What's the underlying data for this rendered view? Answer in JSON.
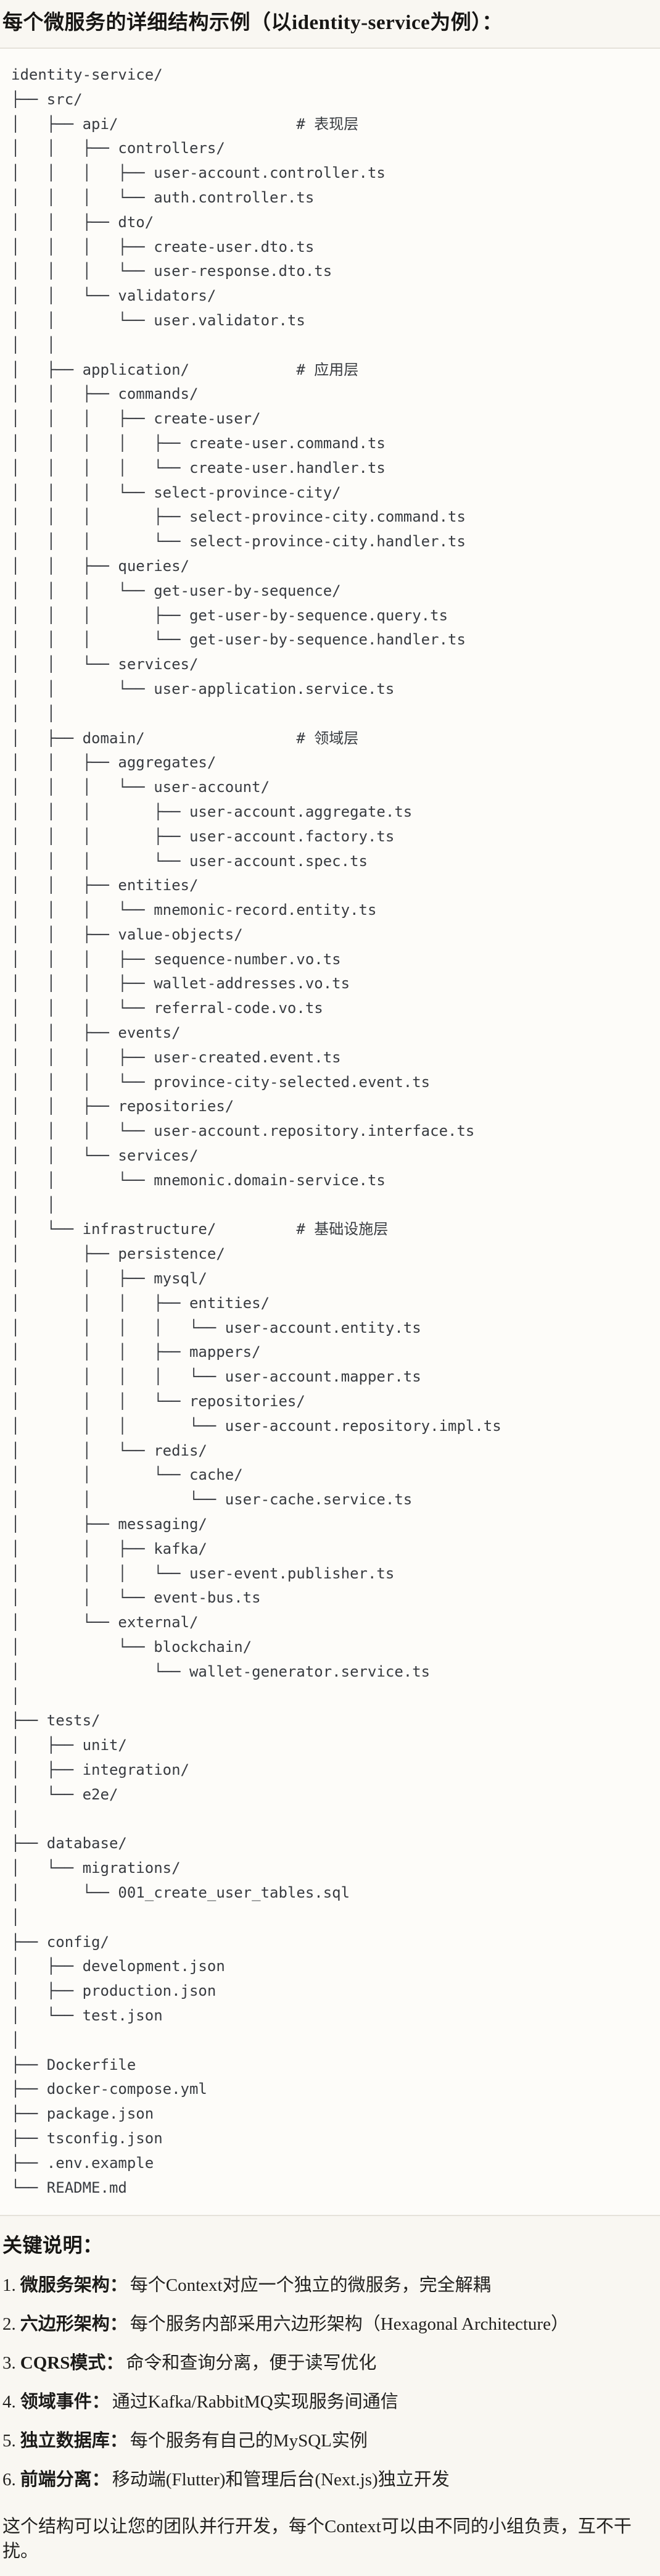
{
  "page": {
    "title": "每个微服务的详细结构示例（以identity-service为例）："
  },
  "tree": {
    "lines": [
      "identity-service/",
      "├── src/",
      "│   ├── api/                    # 表现层",
      "│   │   ├── controllers/",
      "│   │   │   ├── user-account.controller.ts",
      "│   │   │   └── auth.controller.ts",
      "│   │   ├── dto/",
      "│   │   │   ├── create-user.dto.ts",
      "│   │   │   └── user-response.dto.ts",
      "│   │   └── validators/",
      "│   │       └── user.validator.ts",
      "│   │",
      "│   ├── application/            # 应用层",
      "│   │   ├── commands/",
      "│   │   │   ├── create-user/",
      "│   │   │   │   ├── create-user.command.ts",
      "│   │   │   │   └── create-user.handler.ts",
      "│   │   │   └── select-province-city/",
      "│   │   │       ├── select-province-city.command.ts",
      "│   │   │       └── select-province-city.handler.ts",
      "│   │   ├── queries/",
      "│   │   │   └── get-user-by-sequence/",
      "│   │   │       ├── get-user-by-sequence.query.ts",
      "│   │   │       └── get-user-by-sequence.handler.ts",
      "│   │   └── services/",
      "│   │       └── user-application.service.ts",
      "│   │",
      "│   ├── domain/                 # 领域层",
      "│   │   ├── aggregates/",
      "│   │   │   └── user-account/",
      "│   │   │       ├── user-account.aggregate.ts",
      "│   │   │       ├── user-account.factory.ts",
      "│   │   │       └── user-account.spec.ts",
      "│   │   ├── entities/",
      "│   │   │   └── mnemonic-record.entity.ts",
      "│   │   ├── value-objects/",
      "│   │   │   ├── sequence-number.vo.ts",
      "│   │   │   ├── wallet-addresses.vo.ts",
      "│   │   │   └── referral-code.vo.ts",
      "│   │   ├── events/",
      "│   │   │   ├── user-created.event.ts",
      "│   │   │   └── province-city-selected.event.ts",
      "│   │   ├── repositories/",
      "│   │   │   └── user-account.repository.interface.ts",
      "│   │   └── services/",
      "│   │       └── mnemonic.domain-service.ts",
      "│   │",
      "│   └── infrastructure/         # 基础设施层",
      "│       ├── persistence/",
      "│       │   ├── mysql/",
      "│       │   │   ├── entities/",
      "│       │   │   │   └── user-account.entity.ts",
      "│       │   │   ├── mappers/",
      "│       │   │   │   └── user-account.mapper.ts",
      "│       │   │   └── repositories/",
      "│       │   │       └── user-account.repository.impl.ts",
      "│       │   └── redis/",
      "│       │       └── cache/",
      "│       │           └── user-cache.service.ts",
      "│       ├── messaging/",
      "│       │   ├── kafka/",
      "│       │   │   └── user-event.publisher.ts",
      "│       │   └── event-bus.ts",
      "│       └── external/",
      "│           └── blockchain/",
      "│               └── wallet-generator.service.ts",
      "│",
      "├── tests/",
      "│   ├── unit/",
      "│   ├── integration/",
      "│   └── e2e/",
      "│",
      "├── database/",
      "│   └── migrations/",
      "│       └── 001_create_user_tables.sql",
      "│",
      "├── config/",
      "│   ├── development.json",
      "│   ├── production.json",
      "│   └── test.json",
      "│",
      "├── Dockerfile",
      "├── docker-compose.yml",
      "├── package.json",
      "├── tsconfig.json",
      "├── .env.example",
      "└── README.md"
    ]
  },
  "notes": {
    "heading": "关键说明：",
    "items": [
      {
        "num": "1.",
        "label": "微服务架构",
        "sep": "：",
        "text": "每个Context对应一个独立的微服务，完全解耦"
      },
      {
        "num": "2.",
        "label": "六边形架构",
        "sep": "：",
        "text": "每个服务内部采用六边形架构（Hexagonal Architecture）"
      },
      {
        "num": "3.",
        "label": "CQRS模式",
        "sep": "：",
        "text": "命令和查询分离，便于读写优化"
      },
      {
        "num": "4.",
        "label": "领域事件",
        "sep": "：",
        "text": "通过Kafka/RabbitMQ实现服务间通信"
      },
      {
        "num": "5.",
        "label": "独立数据库",
        "sep": "：",
        "text": "每个服务有自己的MySQL实例"
      },
      {
        "num": "6.",
        "label": "前端分离",
        "sep": "：",
        "text": "移动端(Flutter)和管理后台(Next.js)独立开发"
      }
    ],
    "footer": "这个结构可以让您的团队并行开发，每个Context可以由不同的小组负责，互不干扰。"
  },
  "colors": {
    "page_background": "#f9f7f2",
    "code_background": "#fdfcf9",
    "code_border": "#e5e2da",
    "tree_text": "#383b40",
    "heading_text": "#171614",
    "body_text": "#22211f"
  }
}
